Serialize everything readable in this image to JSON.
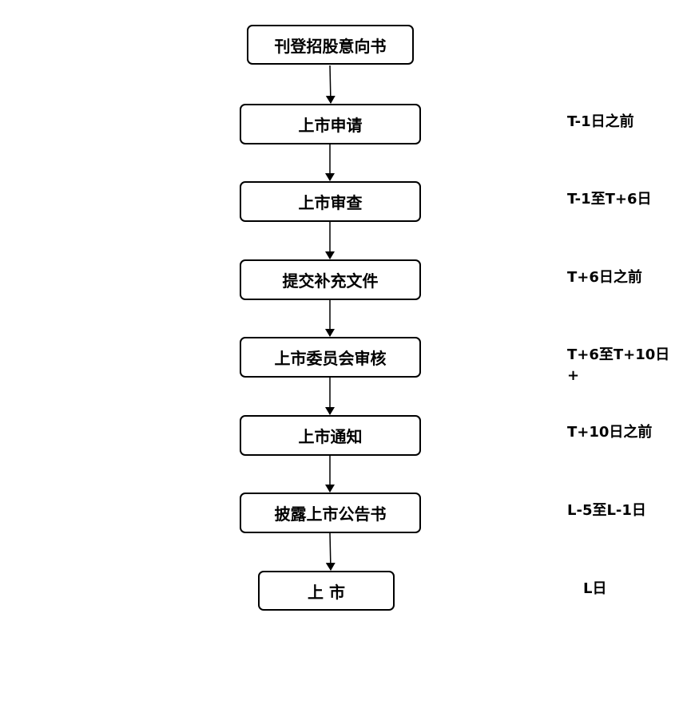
{
  "steps": [
    {
      "label": "刊登招股意向书",
      "time": ""
    },
    {
      "label": "上市申请",
      "time": "T-1日之前"
    },
    {
      "label": "上市审查",
      "time": "T-1至T+6日"
    },
    {
      "label": "提交补充文件",
      "time": "T+6日之前"
    },
    {
      "label": "上市委员会审核",
      "time": "T+6至T+10日\n+"
    },
    {
      "label": "上市通知",
      "time": "T+10日之前"
    },
    {
      "label": "披露上市公告书",
      "time": "L-5至L-1日"
    },
    {
      "label": "上 市",
      "time": "L日"
    }
  ],
  "colors": {
    "stroke": "#000000",
    "background": "#ffffff"
  }
}
